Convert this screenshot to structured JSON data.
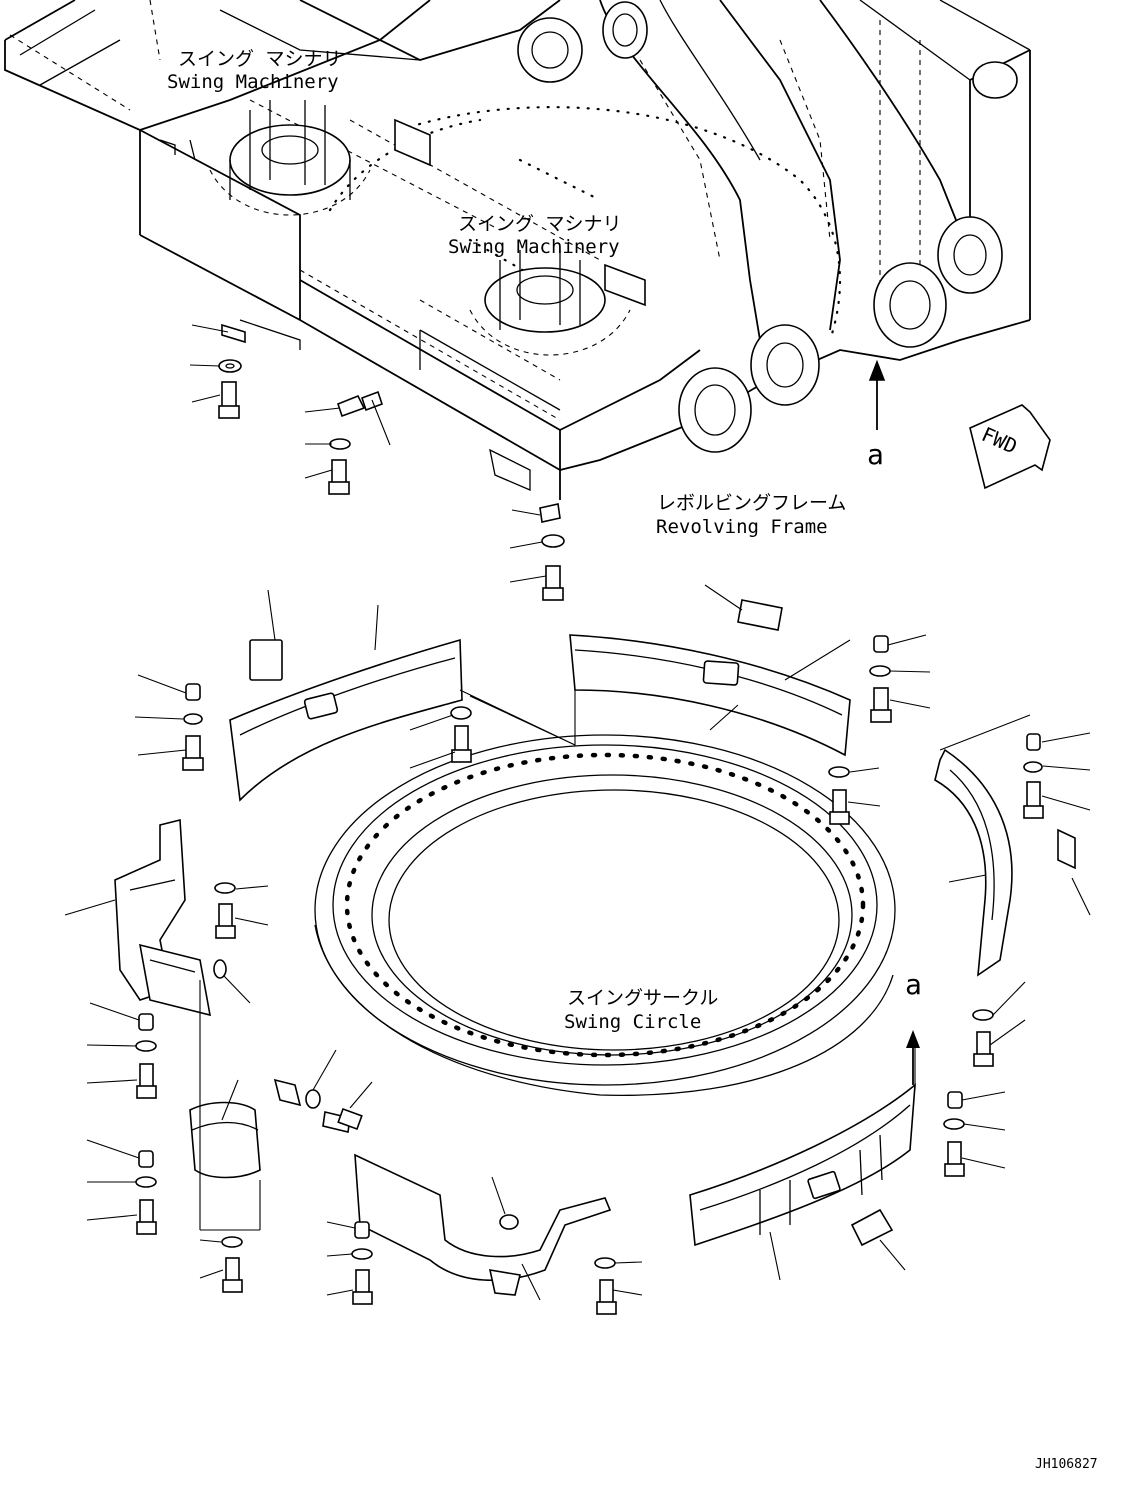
{
  "labels": {
    "swing_machinery_left_jp": "スイング マシナリ",
    "swing_machinery_left_en": "Swing Machinery",
    "swing_machinery_right_jp": "スイング マシナリ",
    "swing_machinery_right_en": "Swing Machinery",
    "revolving_frame_jp": "レボルビングフレーム",
    "revolving_frame_en": "Revolving Frame",
    "swing_circle_jp": "スイングサークル",
    "swing_circle_en": "Swing Circle",
    "view_marker_top": "a",
    "view_marker_bottom": "a",
    "fwd": "FWD",
    "drawing_number": "JH106827"
  }
}
